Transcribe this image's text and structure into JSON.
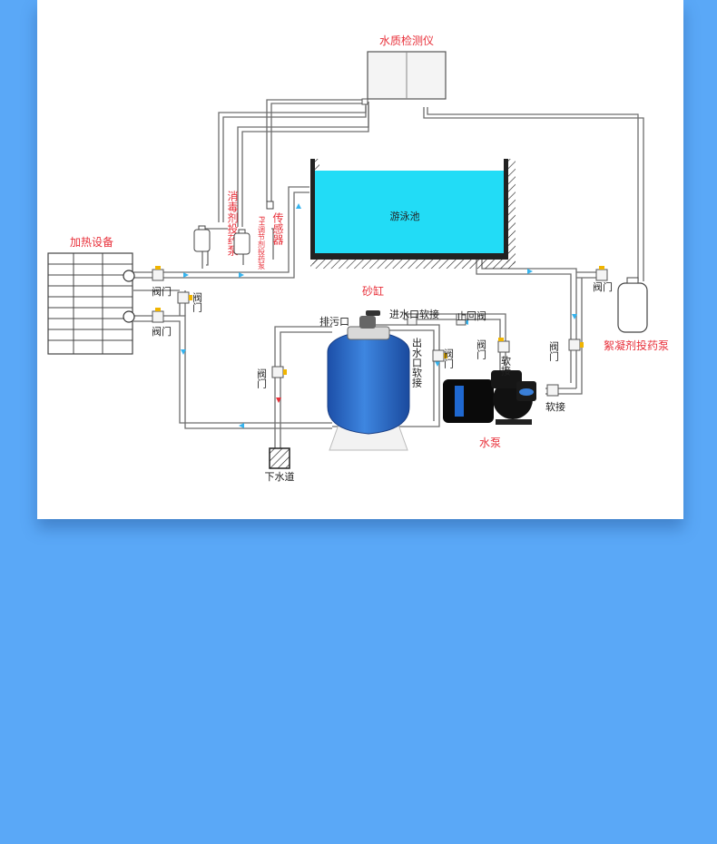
{
  "labels": {
    "water_quality_monitor": "水质检测仪",
    "pool": "游泳池",
    "heating_equipment": "加热设备",
    "disinfectant_pump": "消毒剂投药泵",
    "ph_pump": "PH调节剂投药泵",
    "sensor": "传感器",
    "sand_filter": "砂缸",
    "drain_port": "排污口",
    "inlet_soft_joint": "进水口软接",
    "check_valve": "止回阀",
    "outlet_soft_joint": "出水口软接",
    "valve": "阀门",
    "soft_joint": "软接",
    "water_pump": "水泵",
    "sewer": "下水道",
    "flocculant_pump": "絮凝剂投药泵"
  },
  "colors": {
    "background": "#5aa8f7",
    "card": "#ffffff",
    "pool_water": "#22dcf6",
    "filter_blue": "#2a66c8",
    "accent_red": "#e8303a",
    "flow_arrow": "#35b4ef",
    "valve_handle": "#f0b400"
  }
}
